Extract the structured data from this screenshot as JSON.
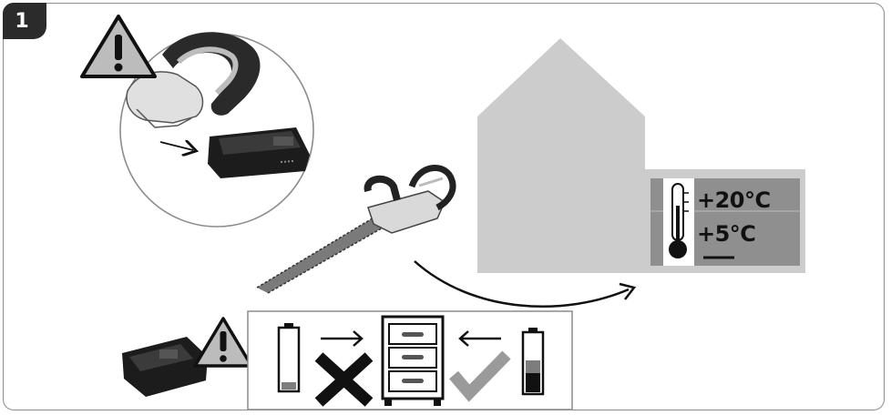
{
  "step": {
    "number": "1"
  },
  "storage": {
    "temp_max": "+20°C",
    "temp_min": "+5°C"
  },
  "icons": [
    "warning-icon",
    "hedge-trimmer-icon",
    "battery-pack-icon",
    "house-icon",
    "thermometer-icon",
    "empty-battery-icon",
    "cross-icon",
    "cabinet-icon",
    "check-icon",
    "charged-battery-icon",
    "arrow-right-icon",
    "arrow-left-icon"
  ],
  "colors": {
    "house": "#cccccc",
    "panel": "#8f8f8f",
    "dark": "#1e1e1e",
    "check": "#9a9a9a",
    "battery_empty_fill": "#7d7d7d",
    "badge": "#2b2b2b"
  }
}
